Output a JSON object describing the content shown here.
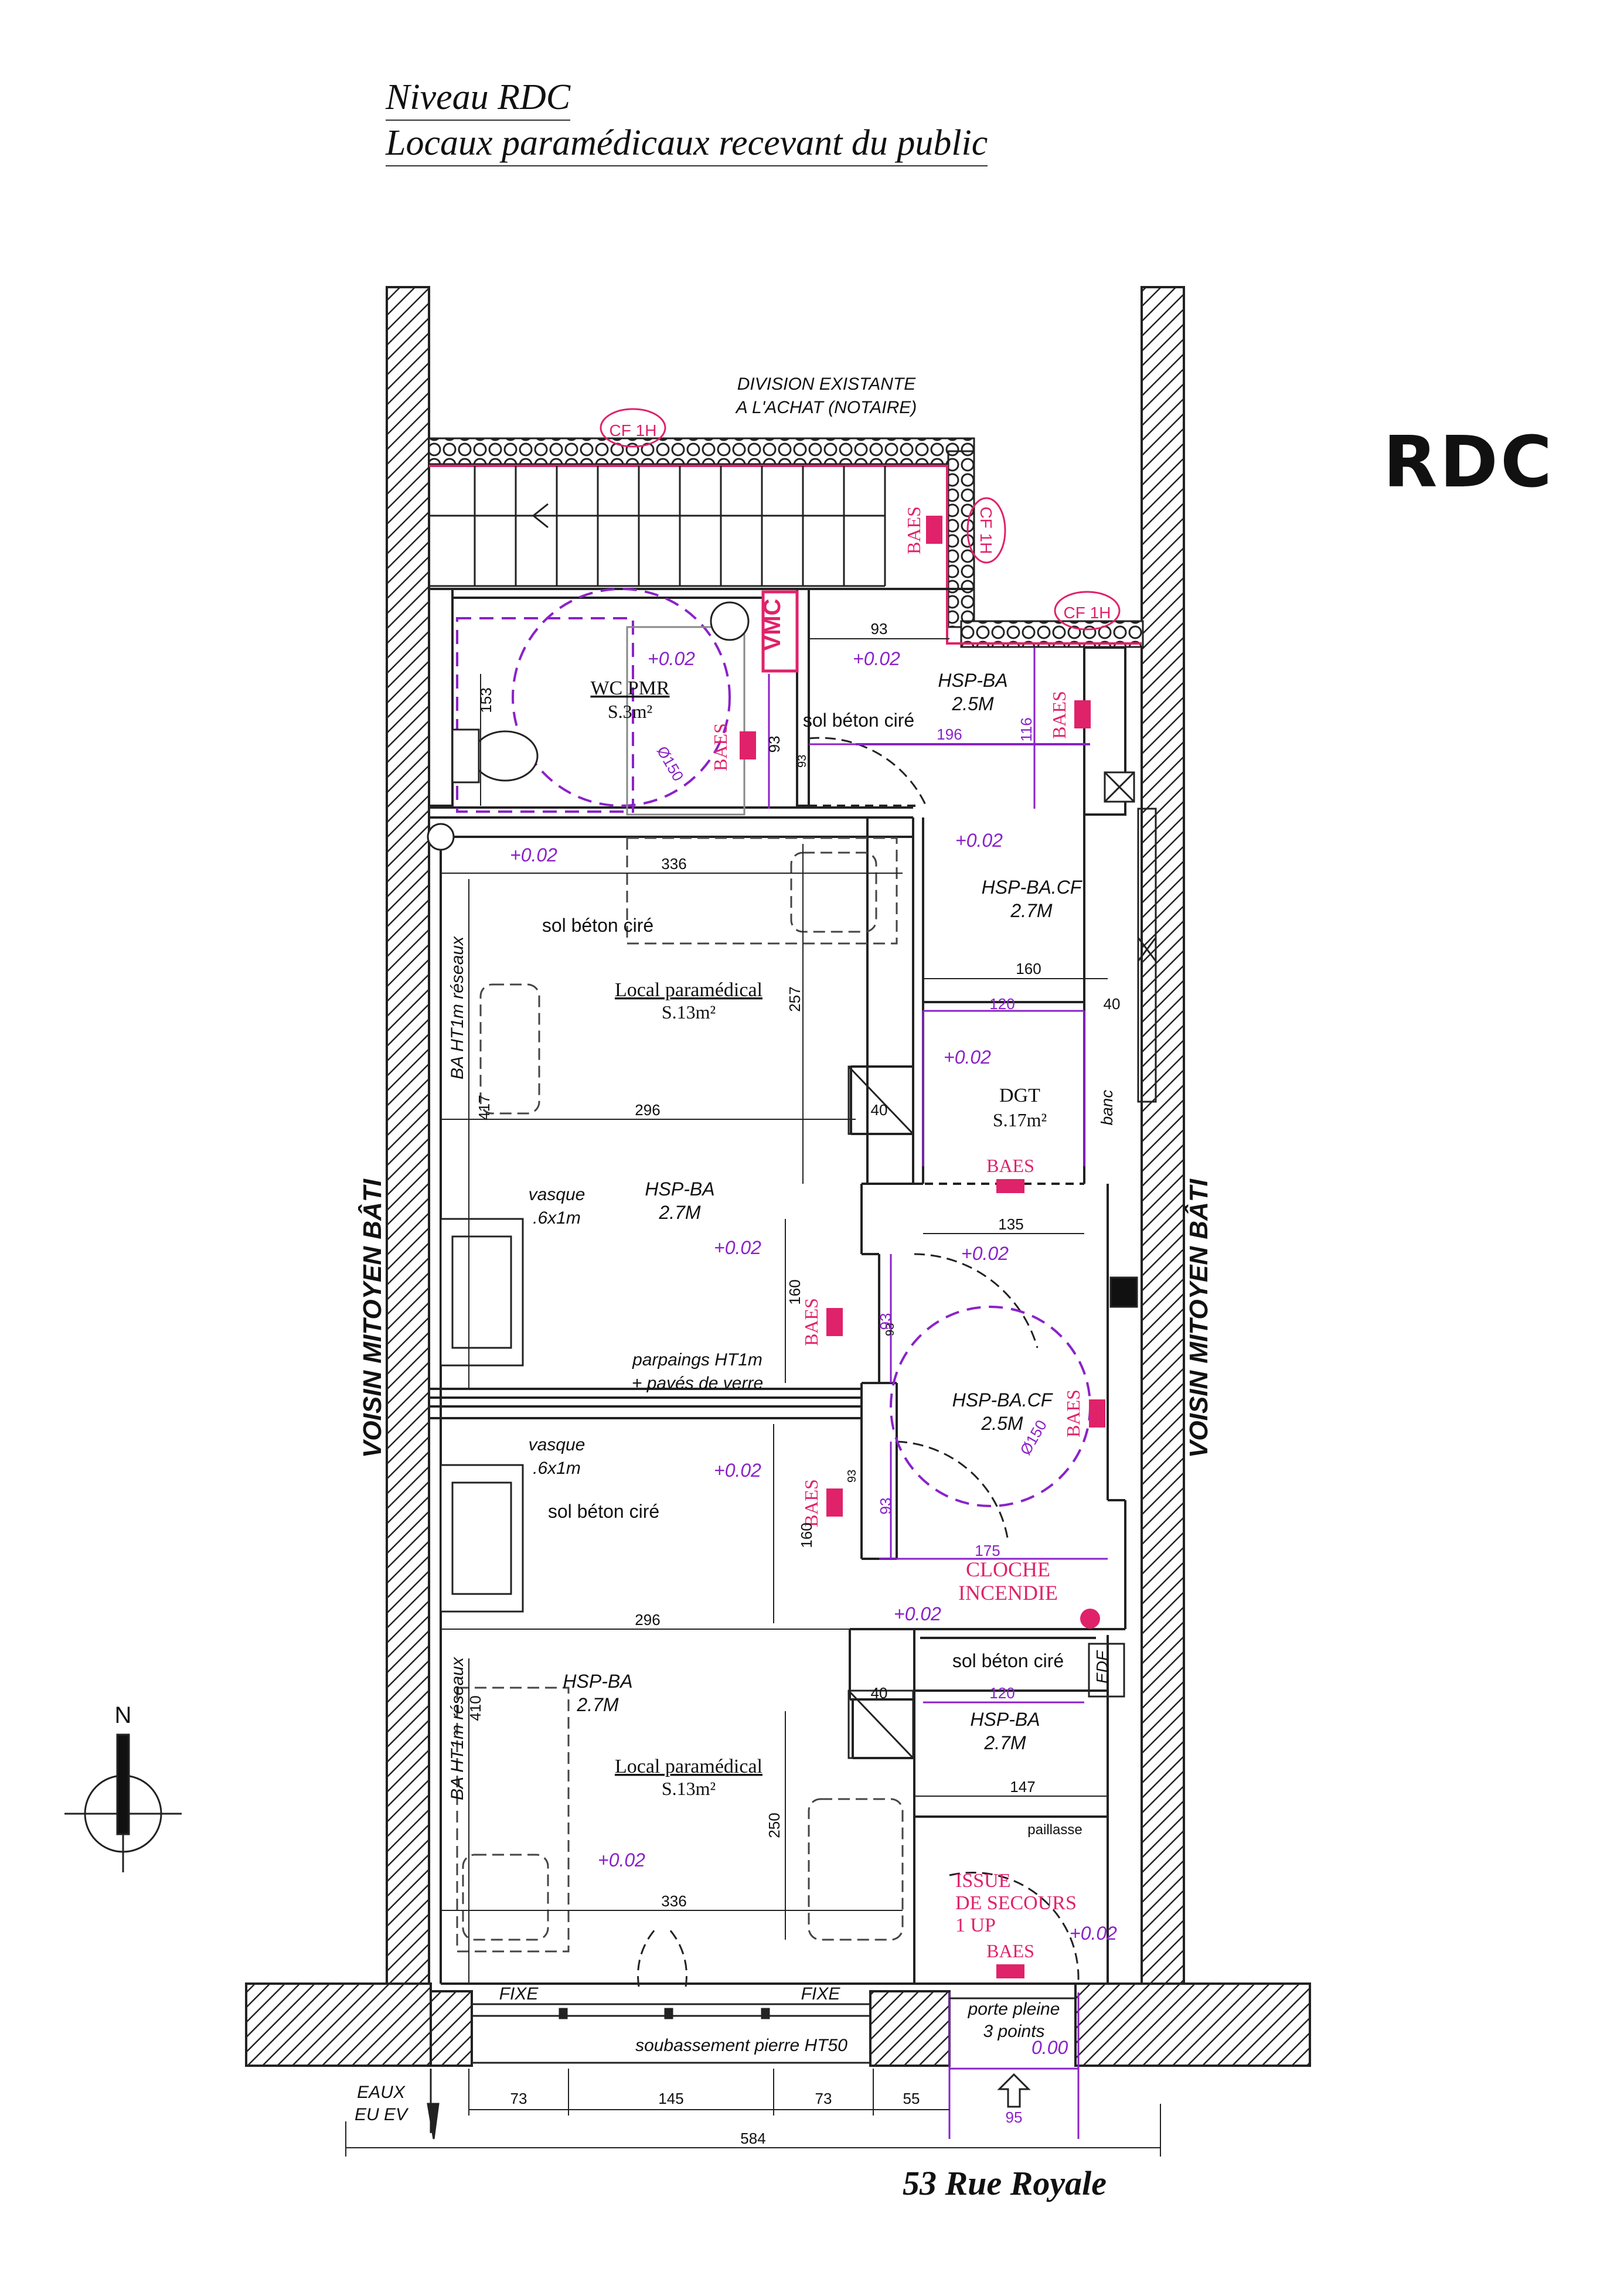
{
  "title": {
    "line1": "Niveau RDC",
    "line2": "Locaux paramédicaux recevant du public"
  },
  "level_label": "RDC",
  "address": "53 Rue Royale",
  "colors": {
    "line": "#1a1a1a",
    "dimension": "#8a22c9",
    "safety": "#e0226a"
  },
  "annotations": {
    "division": [
      "DIVISION EXISTANTE",
      "A L'ACHAT (NOTAIRE)"
    ],
    "cf1h": "CF 1H",
    "baes": "BAES",
    "vmc": "VMC",
    "neighbor": "VOISIN MITOYEN BÂTI",
    "ba_reseaux": "BA HT1m réseaux",
    "parpaings": [
      "parpaings HT1m",
      "+ pavés de verre"
    ],
    "banc": "banc",
    "edf": "EDF",
    "fixe": "FIXE",
    "soubassement": "soubassement pierre HT50",
    "porte": [
      "porte pleine",
      "3 points"
    ],
    "eaux": [
      "EAUX",
      "EU EV"
    ],
    "north": "N",
    "paillasse": "paillasse",
    "cloche": [
      "CLOCHE",
      "INCENDIE"
    ],
    "issue": [
      "ISSUE",
      "DE SECOURS",
      "1 UP"
    ],
    "door_width": "93"
  },
  "rooms": {
    "wc": {
      "name": "WC PMR",
      "area": "S.3m²",
      "level": "+0.02",
      "sol": "sol béton ciré",
      "hsp": "HSP-BA",
      "hsp_h": "2.5M",
      "circle": "Ø150"
    },
    "local1": {
      "name": "Local paramédical",
      "area": "S.13m²",
      "level": "+0.02",
      "sol": "sol béton ciré",
      "hsp": "HSP-BA",
      "hsp_h": "2.7M",
      "vasque": "vasque",
      "vasque_dim": ".6x1m"
    },
    "hsp_cf1": {
      "hsp": "HSP-BA.CF",
      "hsp_h": "2.7M",
      "level": "+0.02"
    },
    "dgt": {
      "name": "DGT",
      "area": "S.17m²",
      "level": "+0.02"
    },
    "hsp_cf2": {
      "hsp": "HSP-BA.CF",
      "hsp_h": "2.5M",
      "level": "+0.02",
      "circle": "Ø150"
    },
    "local2": {
      "name": "Local paramédical",
      "area": "S.13m²",
      "level": "+0.02",
      "sol": "sol béton ciré",
      "hsp": "HSP-BA",
      "hsp_h": "2.7M",
      "vasque": "vasque",
      "vasque_dim": ".6x1m"
    },
    "entry": {
      "level": "+0.02",
      "sol": "sol béton ciré",
      "hsp": "HSP-BA",
      "hsp_h": "2.7M",
      "exterior_level": "0.00"
    }
  },
  "dimensions": {
    "d93": "93",
    "d153": "153",
    "d116": "116",
    "d196": "196",
    "d336": "336",
    "d257": "257",
    "d160": "160",
    "d120": "120",
    "d40": "40",
    "d296": "296",
    "d417": "417",
    "d135": "135",
    "d175": "175",
    "d410": "410",
    "d147": "147",
    "d250": "250",
    "d73": "73",
    "d145": "145",
    "d55": "55",
    "d95": "95",
    "d584": "584"
  }
}
